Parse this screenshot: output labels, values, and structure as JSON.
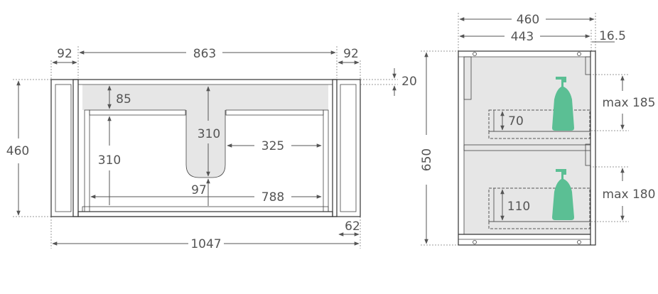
{
  "front_view": {
    "left_panel_width": "92",
    "inner_width": "863",
    "right_panel_width": "92",
    "height": "460",
    "top_offset": "20",
    "top_rail_height": "85",
    "cutout_depth": "310",
    "drawer_depth": "310",
    "cutout_side_width": "325",
    "cutout_bottom_gap": "97",
    "drawer_width": "788",
    "panel_depth": "62",
    "total_width": "1047"
  },
  "side_view": {
    "total_depth": "460",
    "inner_depth": "443",
    "door_thickness": "16.5",
    "height": "650",
    "upper_drawer_height": "70",
    "upper_max_bottle": "max 185",
    "lower_drawer_height": "110",
    "lower_max_bottle": "max 180"
  },
  "colors": {
    "bottle": "#5bbf94",
    "panel_fill": "#e6e6e6",
    "lines": "#333333"
  }
}
